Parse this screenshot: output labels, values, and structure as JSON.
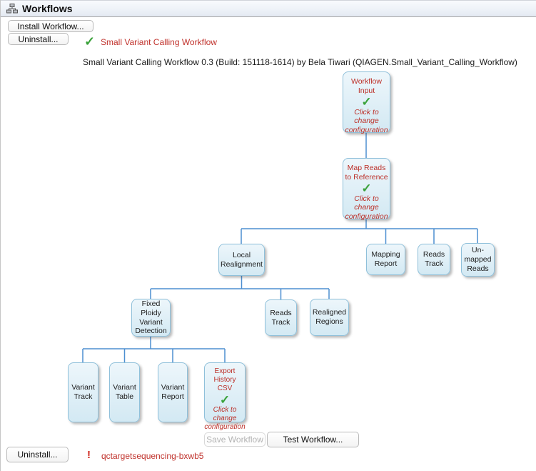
{
  "header": {
    "title": "Workflows"
  },
  "toolbar": {
    "install_label": "Install Workflow...",
    "uninstall_label": "Uninstall..."
  },
  "installed_workflow": {
    "name": "Small Variant Calling Workflow",
    "status": "ok",
    "description": "Small Variant Calling Workflow 0.3 (Build: 151118-1614) by Bela Tiwari (QIAGEN.Small_Variant_Calling_Workflow)"
  },
  "icons": {
    "check": "✓",
    "error": "!"
  },
  "diagram": {
    "click_hint": "Click to change configuration",
    "nodes": [
      {
        "label": "Workflow Input",
        "configurable": true
      },
      {
        "label": "Map Reads to Reference",
        "configurable": true
      },
      {
        "label": "Local Realignment",
        "configurable": false
      },
      {
        "label": "Mapping Report",
        "configurable": false
      },
      {
        "label": "Reads Track",
        "configurable": false
      },
      {
        "label": "Un-mapped Reads",
        "configurable": false
      },
      {
        "label": "Fixed Ploidy Variant Detection",
        "configurable": false
      },
      {
        "label": "Reads Track",
        "configurable": false
      },
      {
        "label": "Realigned Regions",
        "configurable": false
      },
      {
        "label": "Variant Track",
        "configurable": false
      },
      {
        "label": "Variant Table",
        "configurable": false
      },
      {
        "label": "Variant Report",
        "configurable": false
      },
      {
        "label": "Export History CSV",
        "configurable": true
      }
    ]
  },
  "diagram_actions": {
    "save_label": "Save Workflow",
    "save_enabled": false,
    "test_label": "Test Workflow..."
  },
  "footer": {
    "uninstall_label": "Uninstall...",
    "error_workflow_name": "qctargetsequencing-bxwb5",
    "error_status": "error"
  },
  "colors": {
    "accent_red": "#c0322c",
    "check_green": "#3ba23b",
    "connector_blue": "#4d8fd1",
    "node_fill_top": "#edf6fb",
    "node_fill_bottom": "#d3e9f3",
    "node_border": "#8fc0da"
  }
}
